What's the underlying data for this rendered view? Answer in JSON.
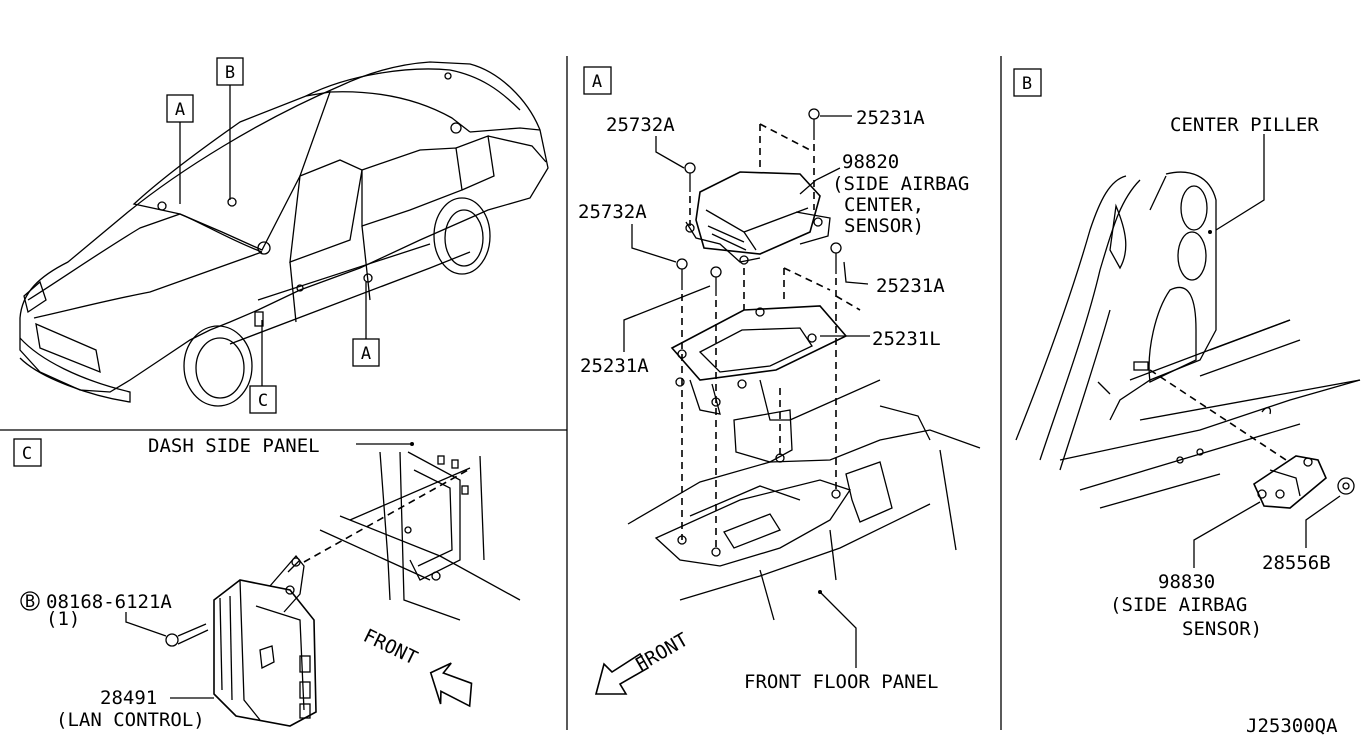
{
  "diagram_id": "J25300QA",
  "sections": {
    "car": {
      "callouts": [
        "A",
        "B",
        "A",
        "C"
      ]
    },
    "a": {
      "marker": "A",
      "parts": {
        "p25732a_top": "25732A",
        "p25231a_top": "25231A",
        "p98820_num": "98820",
        "p98820_desc1": "(SIDE AIRBAG",
        "p98820_desc2": "CENTER,",
        "p98820_desc3": "SENSOR)",
        "p25732a_mid": "25732A",
        "p25231a_right": "25231A",
        "p25231l": "25231L",
        "p25231a_left": "25231A",
        "front_floor_panel": "FRONT FLOOR PANEL",
        "front": "FRONT"
      }
    },
    "b": {
      "marker": "B",
      "parts": {
        "center_piller": "CENTER PILLER",
        "p98830_num": "98830",
        "p98830_desc1": "(SIDE AIRBAG",
        "p98830_desc2": "SENSOR)",
        "p28556b": "28556B"
      }
    },
    "c": {
      "marker": "C",
      "parts": {
        "dash_side_panel": "DASH SIDE PANEL",
        "bolt_circle": "B",
        "bolt_num": "08168-6121A",
        "bolt_qty": "(1)",
        "p28491_num": "28491",
        "p28491_desc": "(LAN CONTROL)",
        "front": "FRONT"
      }
    }
  }
}
